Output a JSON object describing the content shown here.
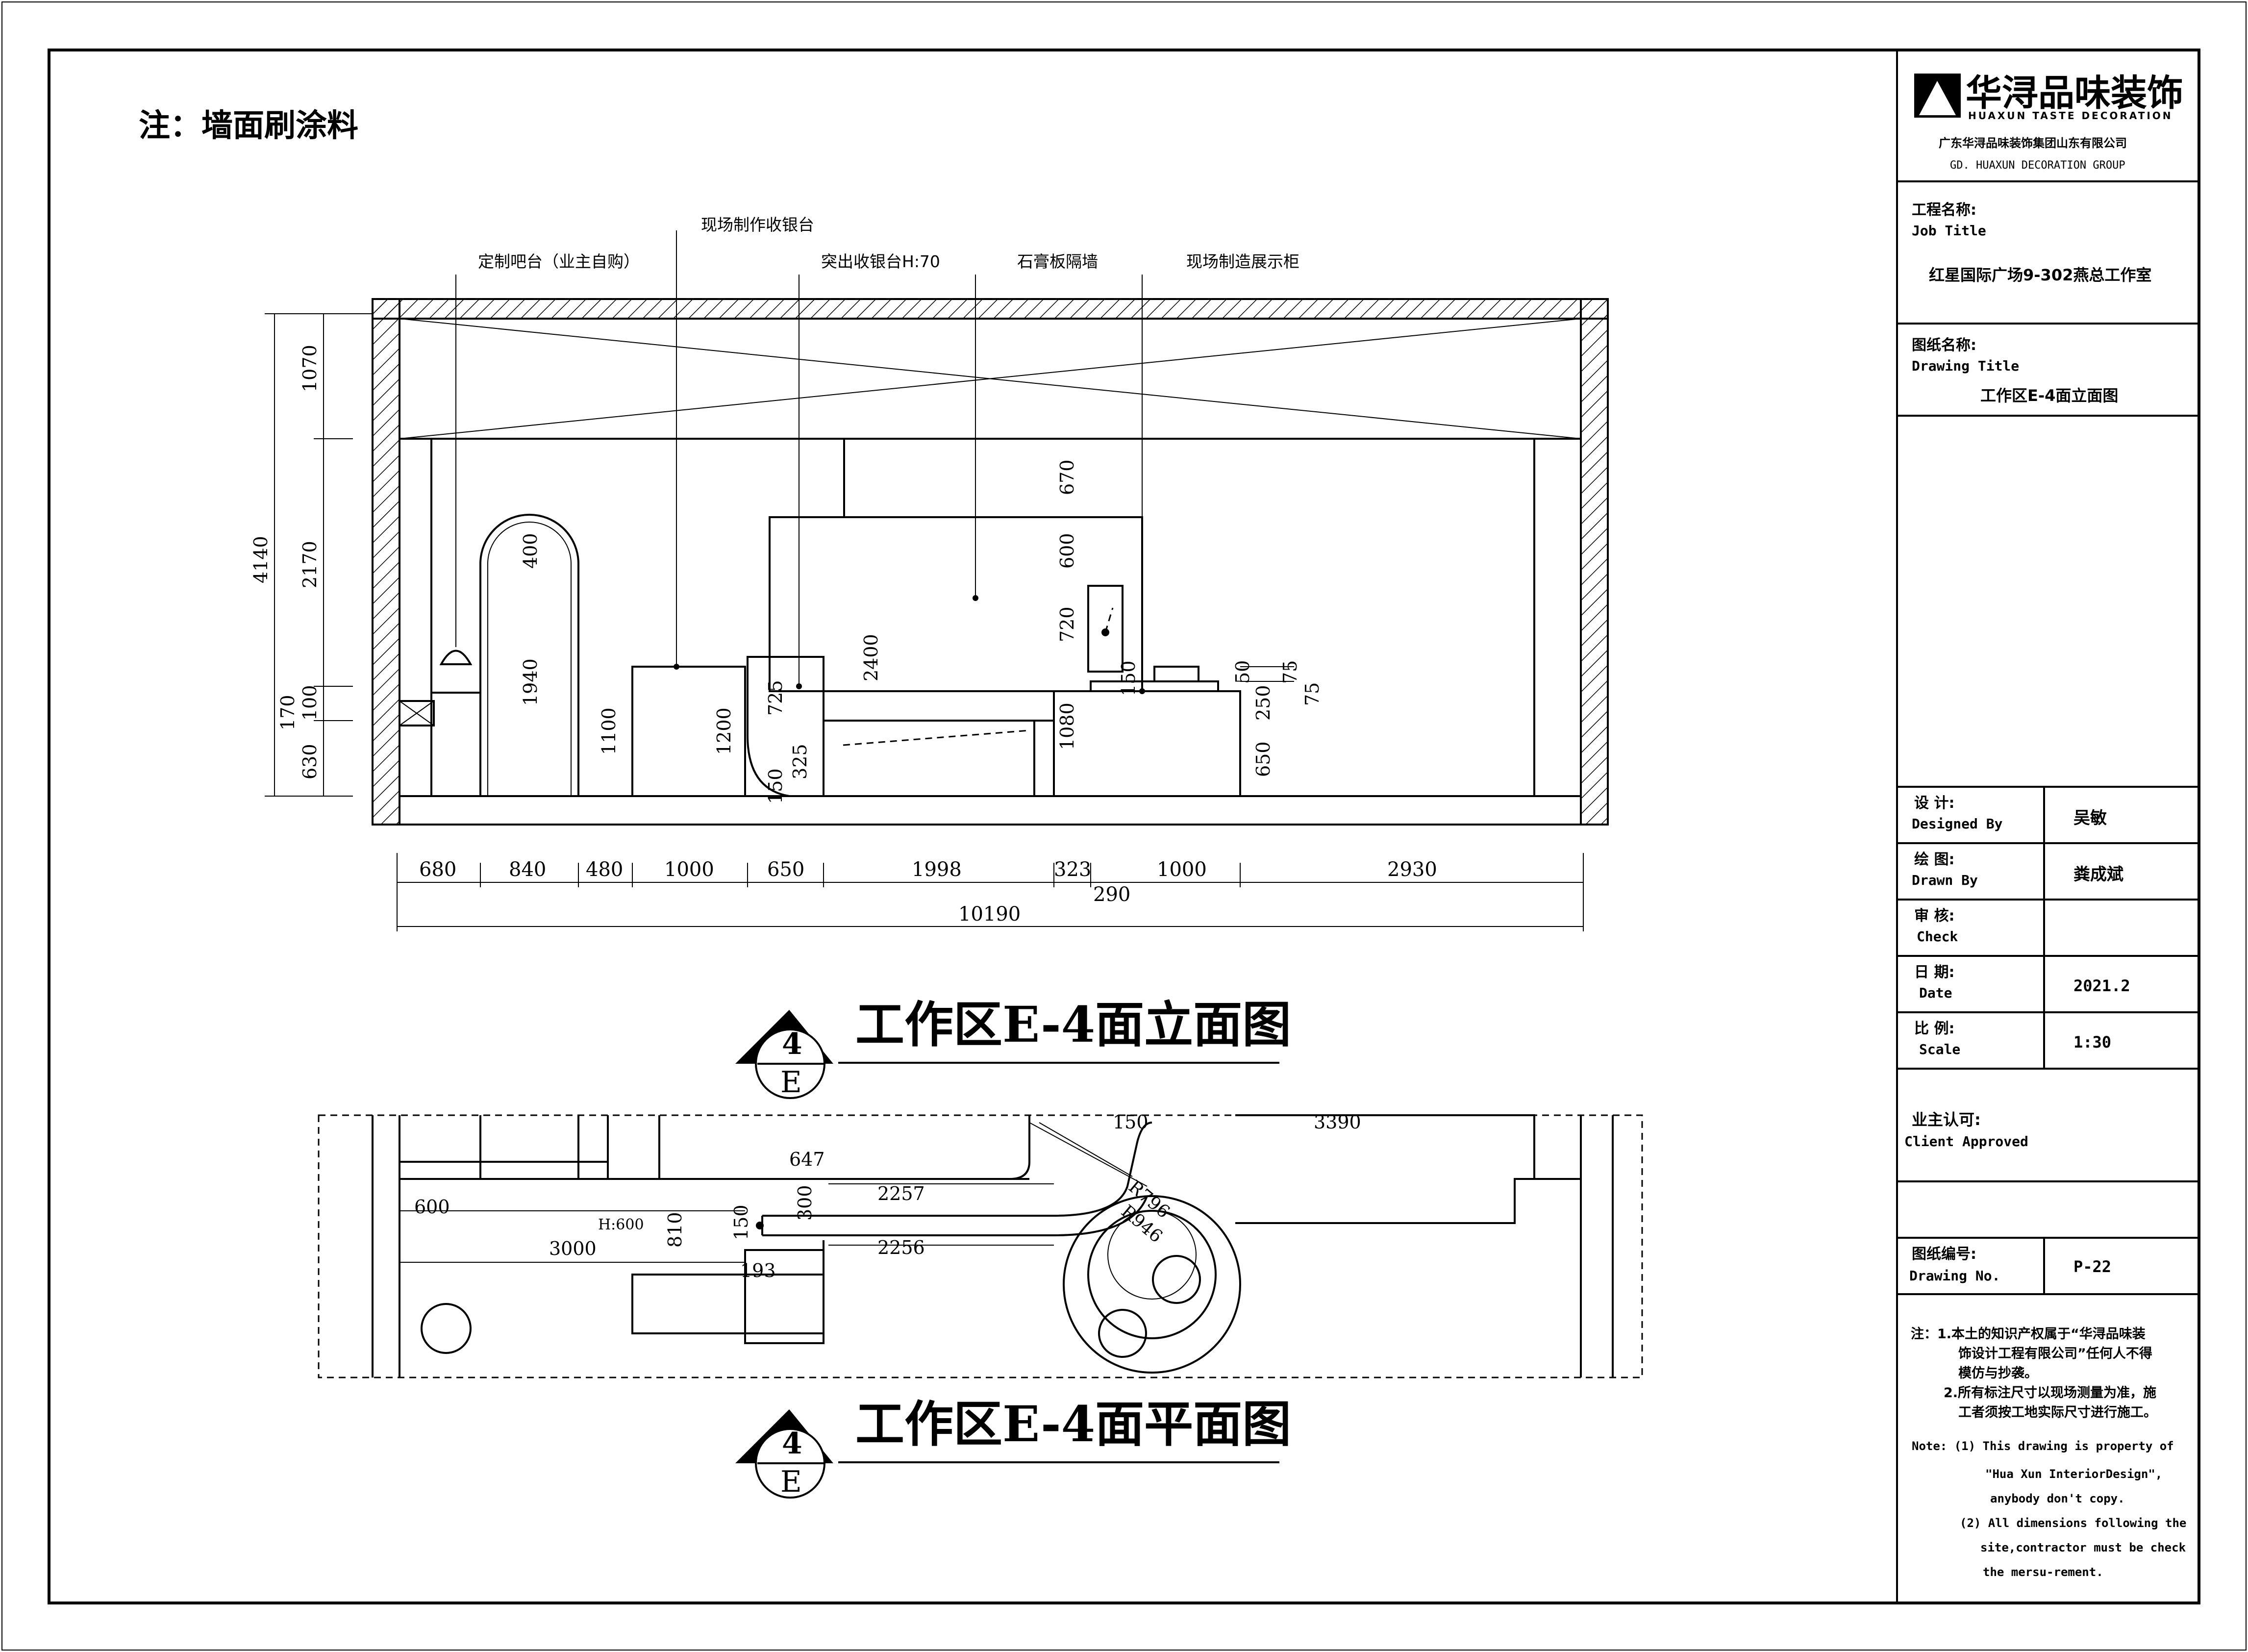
{
  "note_title": "注：墙面刷涂料",
  "callouts": {
    "bar": "定制吧台（业主自购）",
    "cashier": "现场制作收银台",
    "cashier_top": "突出收银台H:70",
    "partition": "石膏板隔墙",
    "cabinet": "现场制造展示柜"
  },
  "elevation_dims": {
    "left": [
      "1070",
      "2170",
      "4140",
      "170",
      "100",
      "630"
    ],
    "inner": [
      "400",
      "1940",
      "1100",
      "1200",
      "725",
      "325",
      "150",
      "2400",
      "670",
      "600",
      "720",
      "1080",
      "150",
      "50",
      "75",
      "75",
      "250",
      "650"
    ],
    "bottom": [
      "680",
      "840",
      "480",
      "1000",
      "650",
      "1998",
      "323",
      "1000",
      "2930"
    ],
    "bottom_sub": "290",
    "total": "10190"
  },
  "plan_dims": [
    "150",
    "3390",
    "647",
    "2257",
    "300",
    "600",
    "H:600",
    "810",
    "150",
    "3000",
    "2256",
    "193",
    "R796",
    "R946"
  ],
  "drawing_titles": {
    "elevation": "工作区E-4面立面图",
    "plan": "工作区E-4面平面图",
    "index_top": "4",
    "index_bottom": "E"
  },
  "title_block": {
    "company_cn": "华浔品味装饰",
    "company_en": "HUAXUN TASTE DECORATION",
    "company_full": "广东华浔品味装饰集团山东有限公司",
    "company_group": "GD. HUAXUN  DECORATION  GROUP",
    "job_title_label_cn": "工程名称:",
    "job_title_label_en": "Job Title",
    "job_title": "红星国际广场9-302燕总工作室",
    "drawing_title_label_cn": "图纸名称:",
    "drawing_title_label_en": "Drawing Title",
    "drawing_title": "工作区E-4面立面图",
    "designed_cn": "设  计:",
    "designed_en": "Designed By",
    "designed": "吴敏",
    "drawn_cn": "绘  图:",
    "drawn_en": "Drawn By",
    "drawn": "粪成斌",
    "check_cn": "审  核:",
    "check_en": "Check",
    "check": "",
    "date_cn": "日  期:",
    "date_en": "Date",
    "date": "2021.2",
    "scale_cn": "比  例:",
    "scale_en": "Scale",
    "scale": "1:30",
    "client_cn": "业主认可:",
    "client_en": "Client Approved",
    "drawing_no_cn": "图纸编号:",
    "drawing_no_en": "Drawing No.",
    "drawing_no": "P-22",
    "notes_cn": [
      "注：1.本土的知识产权属于“华浔品味装",
      "饰设计工程有限公司”任何人不得",
      "模仿与抄袭。",
      "2.所有标注尺寸以现场测量为准，施",
      "工者须按工地实际尺寸进行施工。"
    ],
    "notes_en": [
      "Note:  (1) This drawing is property of",
      "\"Hua Xun InteriorDesign\",",
      "anybody don't copy.",
      "(2) All dimensions following the",
      "site,contractor must be check",
      "the mersu-rement."
    ]
  }
}
